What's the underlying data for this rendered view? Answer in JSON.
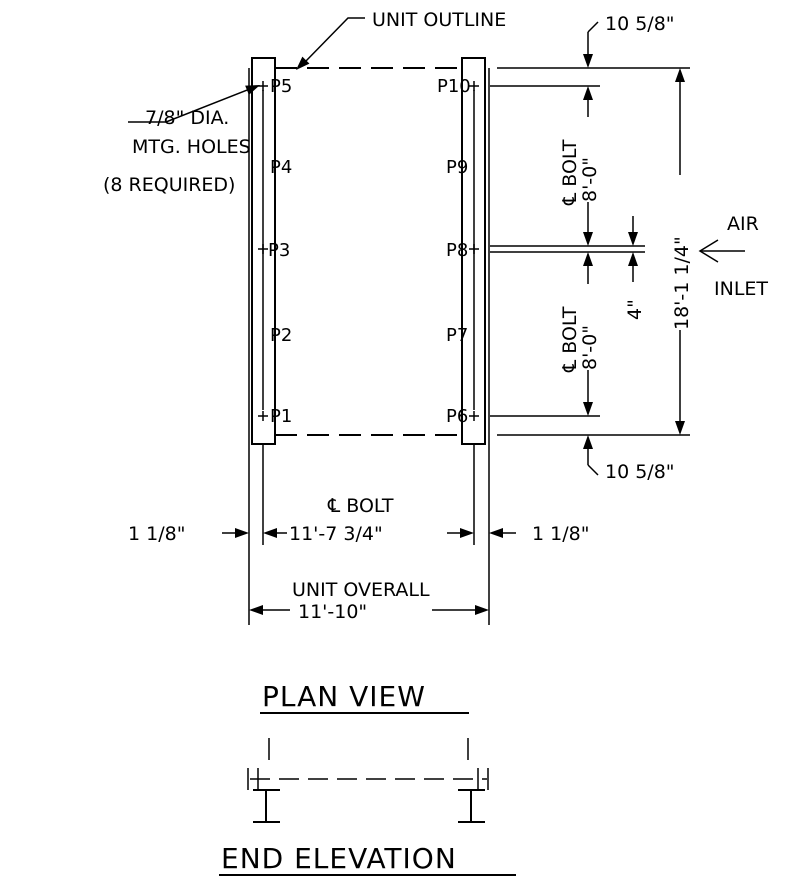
{
  "labels": {
    "unit_outline": "UNIT OUTLINE",
    "top_offset": "10 5/8\"",
    "bottom_offset": "10 5/8\"",
    "holes_line1": "7/8\" DIA.",
    "holes_line2": "MTG. HOLES",
    "holes_line3": "(8 REQUIRED)",
    "bolt_cl_upper": "℄ BOLT",
    "bolt_dim_upper": "8'-0\"",
    "bolt_cl_lower": "℄ BOLT",
    "bolt_dim_lower": "8'-0\"",
    "gap_dim": "4\"",
    "overall_length": "18'-1 1/4\"",
    "air": "AIR",
    "inlet": "INLET",
    "bolt_cl_width": "℄ BOLT",
    "bolt_width": "11'-7 3/4\"",
    "left_edge": "1 1/8\"",
    "right_edge": "1 1/8\"",
    "unit_overall": "UNIT OVERALL",
    "overall_width": "11'-10\"",
    "plan_view": "PLAN VIEW",
    "end_elevation": "END ELEVATION"
  },
  "points": {
    "p1": "P1",
    "p2": "P2",
    "p3": "P3",
    "p4": "P4",
    "p5": "P5",
    "p6": "P6",
    "p7": "P7",
    "p8": "P8",
    "p9": "P9",
    "p10": "P10"
  }
}
